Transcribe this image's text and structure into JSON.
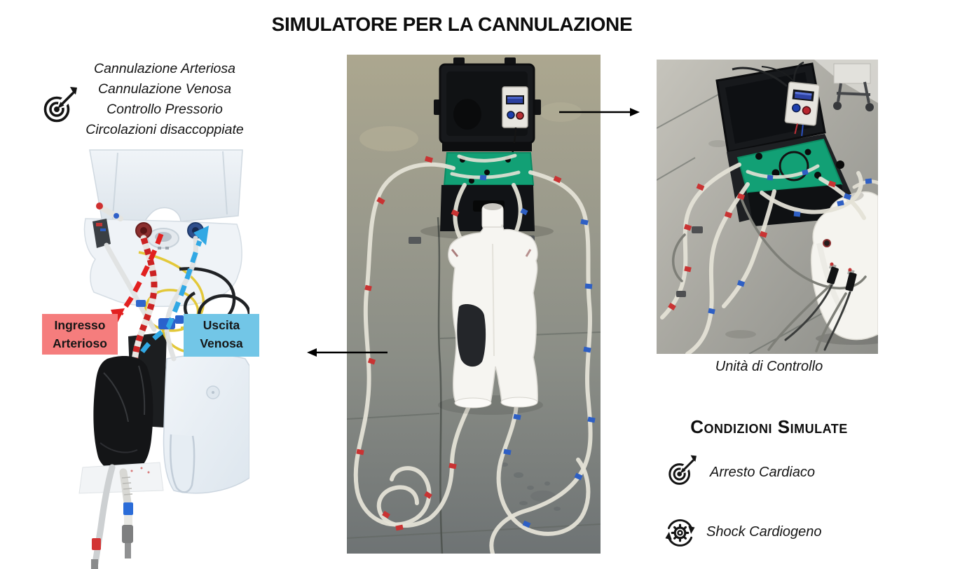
{
  "slide": {
    "title": "SIMULATORE PER LA CANNULAZIONE"
  },
  "features": {
    "icon": "target-dart-icon",
    "items": [
      "Cannulazione Arteriosa",
      "Cannulazione Venosa",
      "Controllo Pressorio",
      "Circolazioni disaccoppiate"
    ]
  },
  "photo_labels": {
    "arterial": "Ingresso Arterioso",
    "venous": "Uscita Venosa"
  },
  "captions": {
    "control_unit": "Unità di Controllo"
  },
  "conditions": {
    "heading": "Condizioni Simulate",
    "items": [
      {
        "icon": "target-dart-icon",
        "label": "Arresto Cardiaco"
      },
      {
        "icon": "gear-cycle-icon",
        "label": "Shock Cardiogeno"
      }
    ]
  },
  "colors": {
    "arterial_label_bg": "#f57d7d",
    "venous_label_bg": "#72c6e7",
    "arrow": "#000000",
    "case_foam_green": "#12a075",
    "flow_arterial": "#e22020",
    "flow_venous": "#31a8e4"
  }
}
